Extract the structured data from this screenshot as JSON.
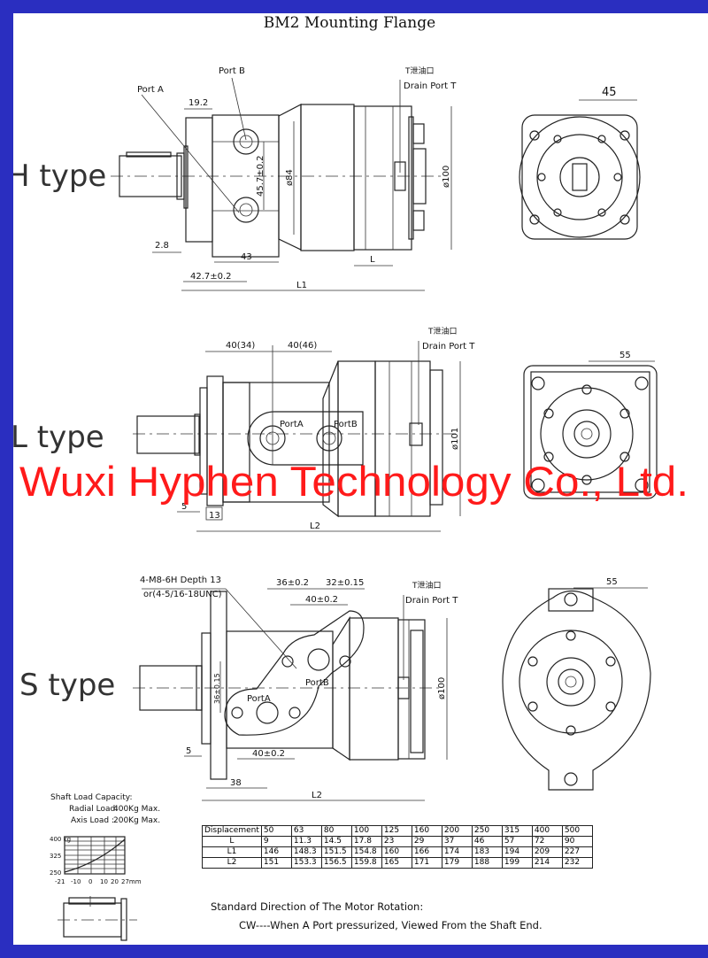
{
  "title": "BM2 Mounting Flange",
  "watermark": "Wuxi Hyphen Technology Co., Ltd.",
  "h_type": {
    "label": "H type",
    "port_a": "Port A",
    "port_b": "Port B",
    "drain_code": "T泄油口",
    "drain": "Drain Port T",
    "dims": {
      "d19": "19.2",
      "d457": "45.7±0.2",
      "d84": "ø84",
      "d100": "ø100",
      "d28": "2.8",
      "d43": "43",
      "d427": "42.7±0.2",
      "L": "L",
      "L1": "L1",
      "d45": "45"
    }
  },
  "l_type": {
    "label": "L type",
    "port_a": "PortA",
    "port_b": "PortB",
    "drain_code": "T泄油口",
    "drain": "Drain Port T",
    "dims": {
      "d40a": "40(34)",
      "d40b": "40(46)",
      "d101": "ø101",
      "d5": "5",
      "d13": "13",
      "L2": "L2",
      "d55": "55"
    }
  },
  "s_type": {
    "label": "S type",
    "port_a": "PortA",
    "port_b": "PortB",
    "drain_code": "T泄油口",
    "drain": "Drain Port T",
    "thread_1": "4-M8-6H Depth 13",
    "thread_2": "or(4-5/16-18UNC)",
    "dims": {
      "d36": "36±0.2",
      "d32": "32±0.15",
      "d40t": "40±0.2",
      "d36v": "36±0.15",
      "d40b": "40±0.2",
      "d5": "5",
      "d38": "38",
      "d100": "ø100",
      "L2": "L2",
      "d55": "55"
    }
  },
  "shaft_load": {
    "title": "Shaft Load Capacity:",
    "radial_label": "Radial Load:",
    "radial_value": "400Kg Max.",
    "axis_label": "Axis Load :",
    "axis_value": "200Kg Max.",
    "y_ticks": [
      "400 kg",
      "325",
      "250"
    ],
    "x_ticks": [
      "-21",
      "-10",
      "0",
      "10",
      "20",
      "27mm"
    ]
  },
  "spec_table": {
    "header": "Displacement",
    "displacement": [
      "50",
      "63",
      "80",
      "100",
      "125",
      "160",
      "200",
      "250",
      "315",
      "400",
      "500"
    ],
    "rows": [
      {
        "name": "L",
        "values": [
          "9",
          "11.3",
          "14.5",
          "17.8",
          "23",
          "29",
          "37",
          "46",
          "57",
          "72",
          "90"
        ]
      },
      {
        "name": "L1",
        "values": [
          "146",
          "148.3",
          "151.5",
          "154.8",
          "160",
          "166",
          "174",
          "183",
          "194",
          "209",
          "227"
        ]
      },
      {
        "name": "L2",
        "values": [
          "151",
          "153.3",
          "156.5",
          "159.8",
          "165",
          "171",
          "179",
          "188",
          "199",
          "214",
          "232"
        ]
      }
    ]
  },
  "rotation": {
    "title": "Standard Direction of The Motor Rotation:",
    "cw": "CW----When A Port pressurized, Viewed From the Shaft End."
  }
}
